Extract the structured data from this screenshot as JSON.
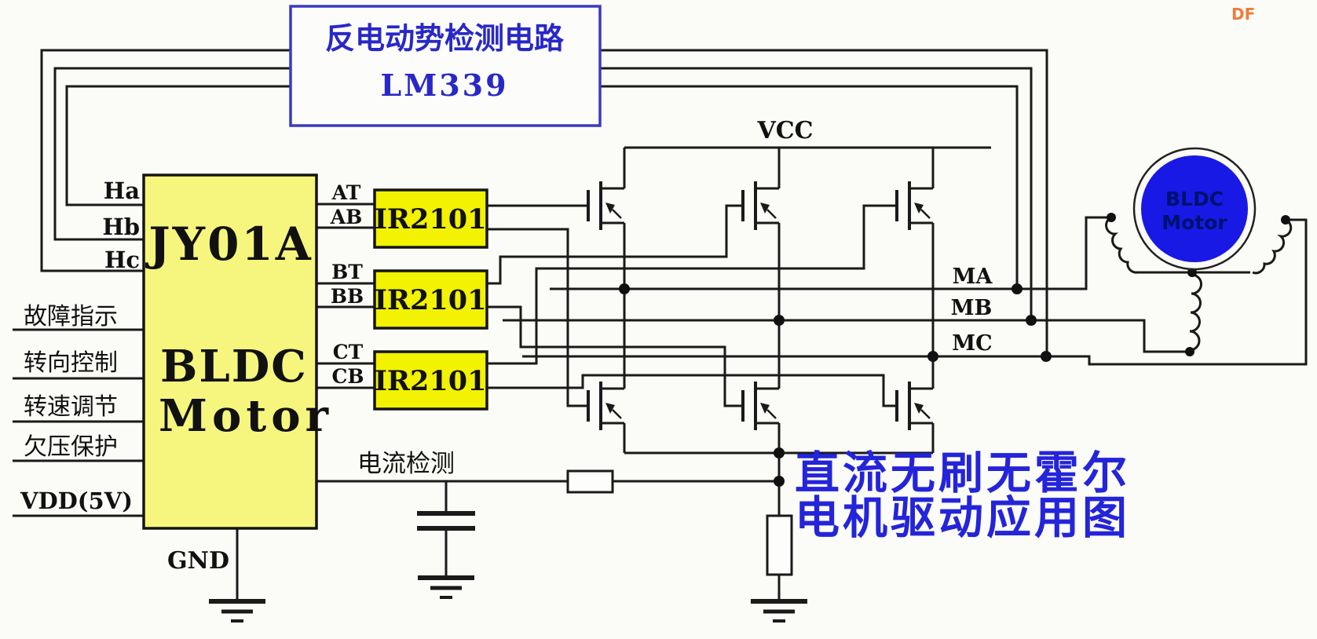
{
  "watermark": "DF",
  "bemf_box": {
    "title": "反电动势检测电路",
    "part": "LM339"
  },
  "controller": {
    "part": "JY01A",
    "name1": "BLDC",
    "name2": "Motor"
  },
  "hall_pins": [
    "Ha",
    "Hb",
    "Hc"
  ],
  "control_pins": [
    "故障指示",
    "转向控制",
    "转速调节",
    "欠压保护",
    "VDD(5V)"
  ],
  "ground_label": "GND",
  "driver_input_pins": [
    "AT",
    "AB",
    "BT",
    "BB",
    "CT",
    "CB"
  ],
  "drivers": [
    "IR2101",
    "IR2101",
    "IR2101"
  ],
  "power_label": "VCC",
  "phase_labels": [
    "MA",
    "MB",
    "MC"
  ],
  "sense_label": "电流检测",
  "motor": {
    "name1": "BLDC",
    "name2": "Motor"
  },
  "caption": {
    "line1": "直流无刷无霍尔",
    "line2": "电机驱动应用图"
  },
  "colors": {
    "wire": "#1a1a1a",
    "bemf_border": "#3a3ac0",
    "blue_text": "#2828c8",
    "controller_fill": "#f6f67e",
    "driver_fill": "#f2f201",
    "motor_fill": "#1919e6",
    "motor_text": "#001070",
    "caption_text": "#2424da",
    "watermark": "#ee7b3a"
  }
}
